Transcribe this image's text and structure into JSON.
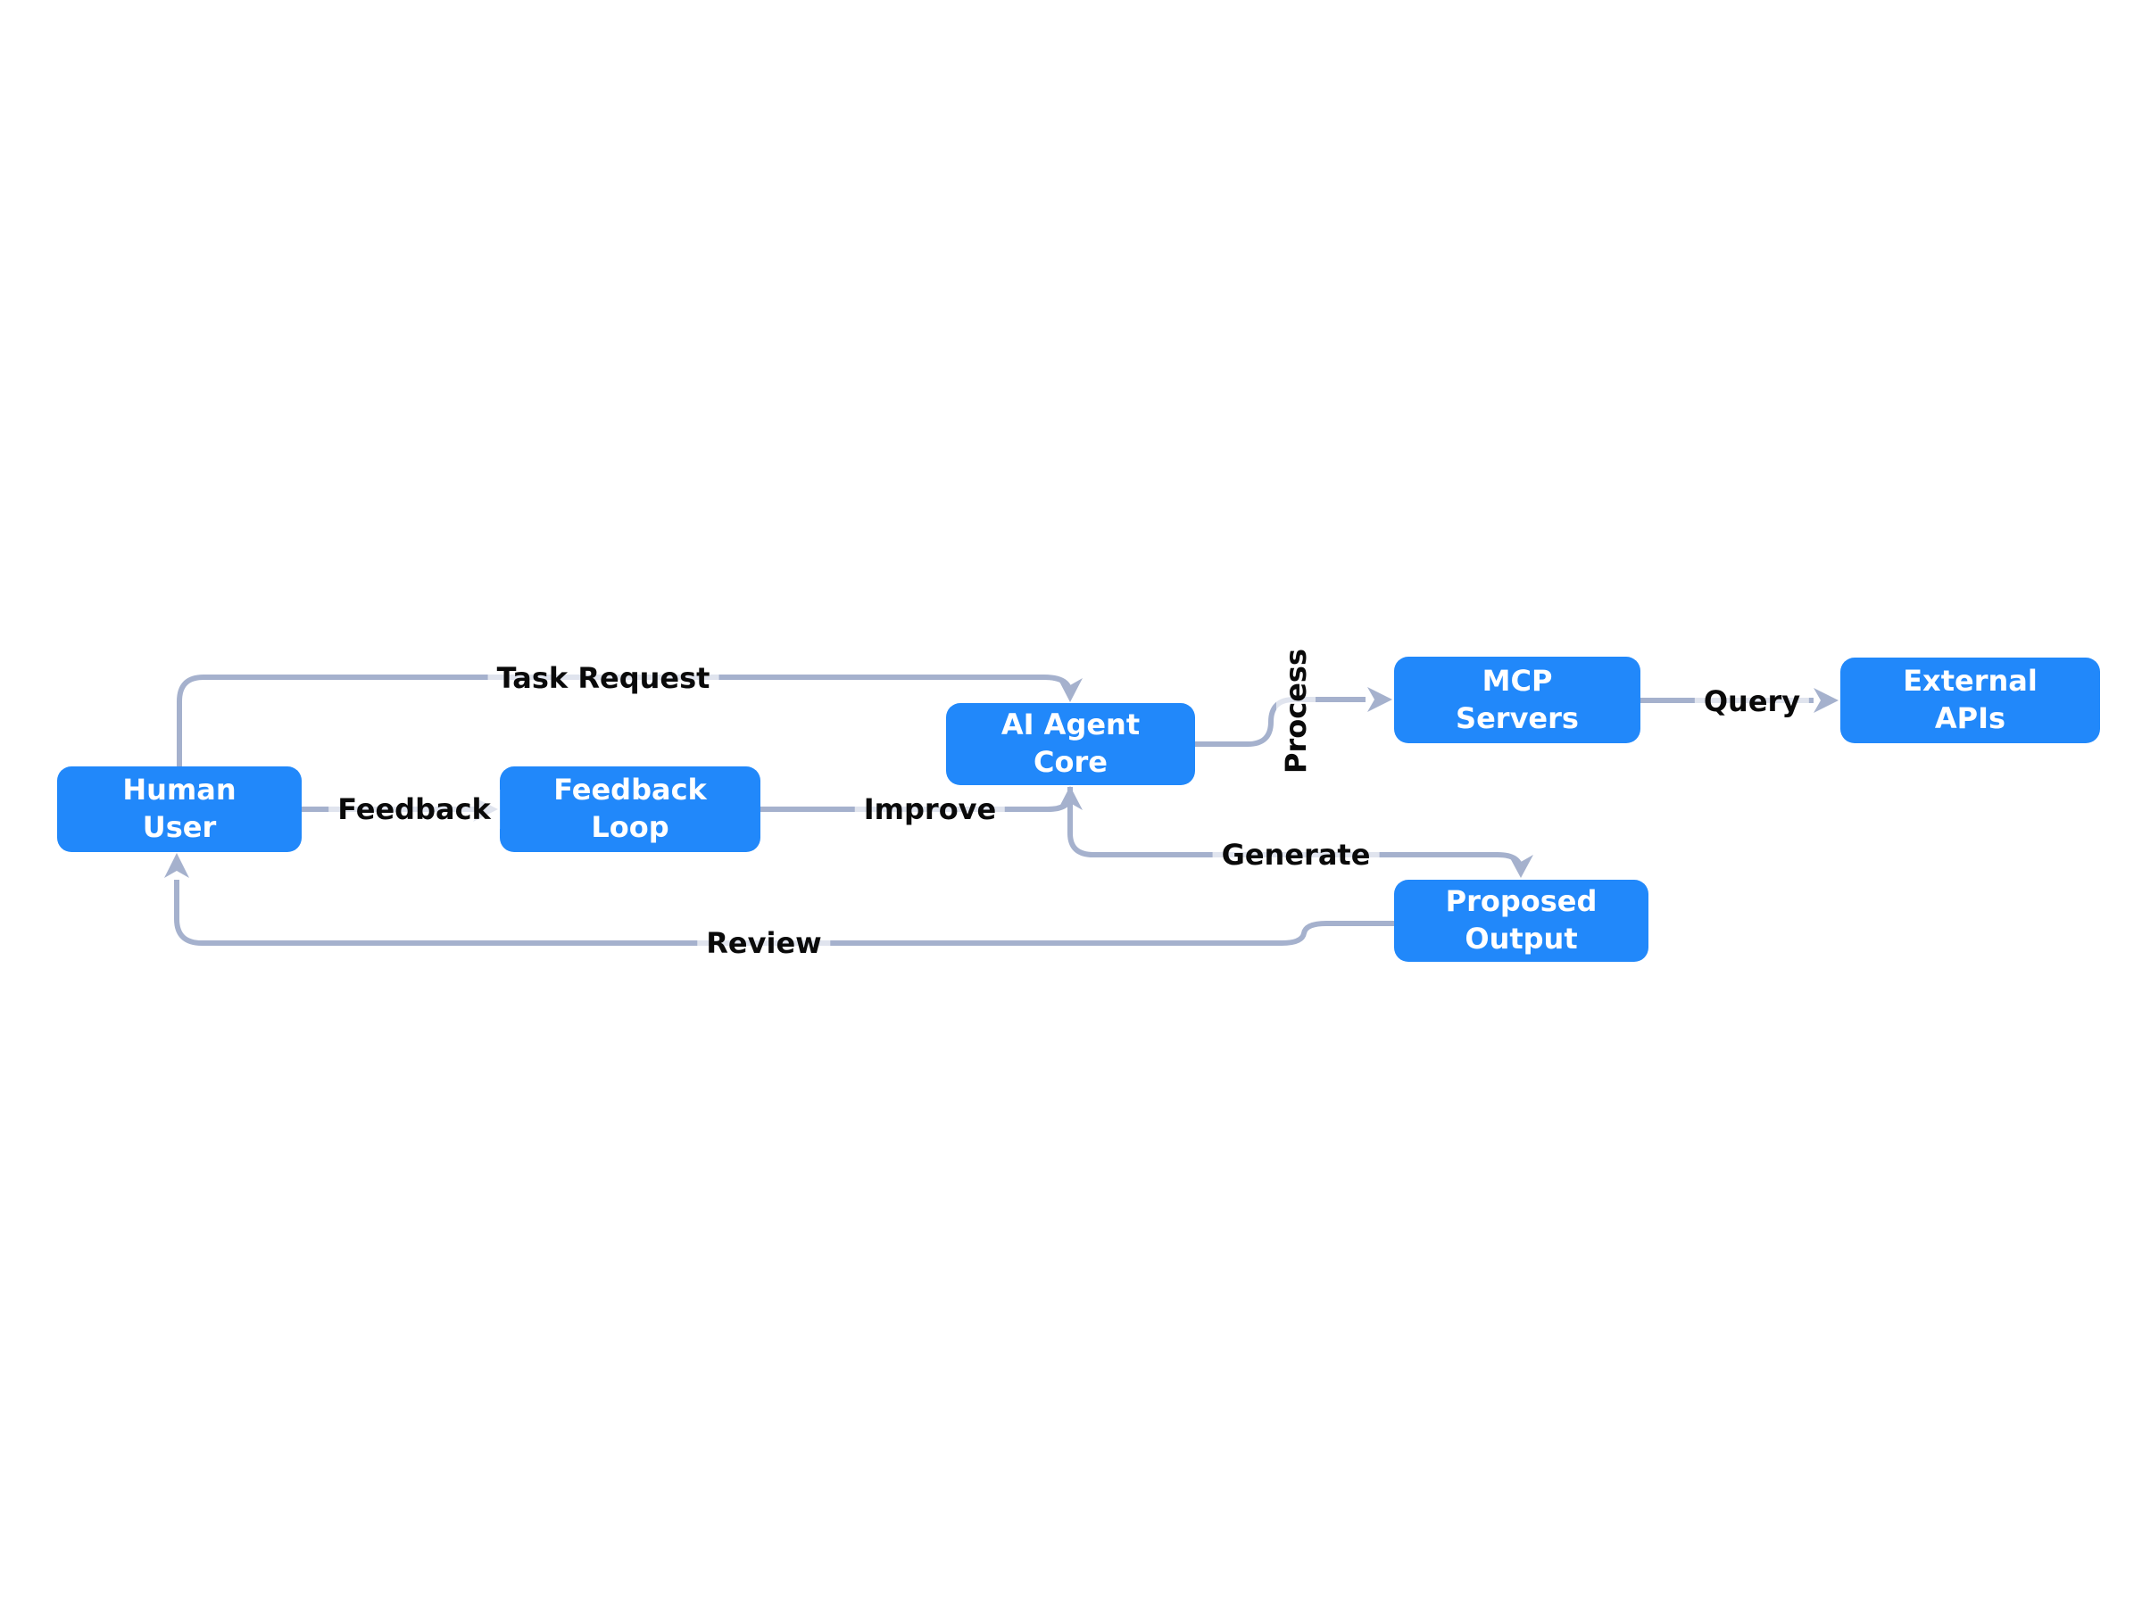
{
  "diagram": {
    "type": "flowchart",
    "background": "#ffffff",
    "colors": {
      "node_fill": "#2188fa",
      "node_text": "#ffffff",
      "edge_line": "#a5b1cd",
      "edge_label_text": "#0a0a0a"
    },
    "nodes": [
      {
        "id": "human_user",
        "label": "Human User"
      },
      {
        "id": "feedback_loop",
        "label": "Feedback Loop"
      },
      {
        "id": "ai_agent_core",
        "label": "AI Agent Core"
      },
      {
        "id": "mcp_servers",
        "label": "MCP Servers"
      },
      {
        "id": "external_apis",
        "label": "External APIs"
      },
      {
        "id": "proposed_output",
        "label": "Proposed Output"
      }
    ],
    "edges": [
      {
        "from": "Human User",
        "to": "AI Agent Core",
        "label": "Task Request"
      },
      {
        "from": "Human User",
        "to": "Feedback Loop",
        "label": "Feedback"
      },
      {
        "from": "Feedback Loop",
        "to": "AI Agent Core",
        "label": "Improve"
      },
      {
        "from": "AI Agent Core",
        "to": "MCP Servers",
        "label": "Process"
      },
      {
        "from": "MCP Servers",
        "to": "External APIs",
        "label": "Query"
      },
      {
        "from": "AI Agent Core",
        "to": "Proposed Output",
        "label": "Generate"
      },
      {
        "from": "Proposed Output",
        "to": "Human User",
        "label": "Review"
      }
    ]
  }
}
